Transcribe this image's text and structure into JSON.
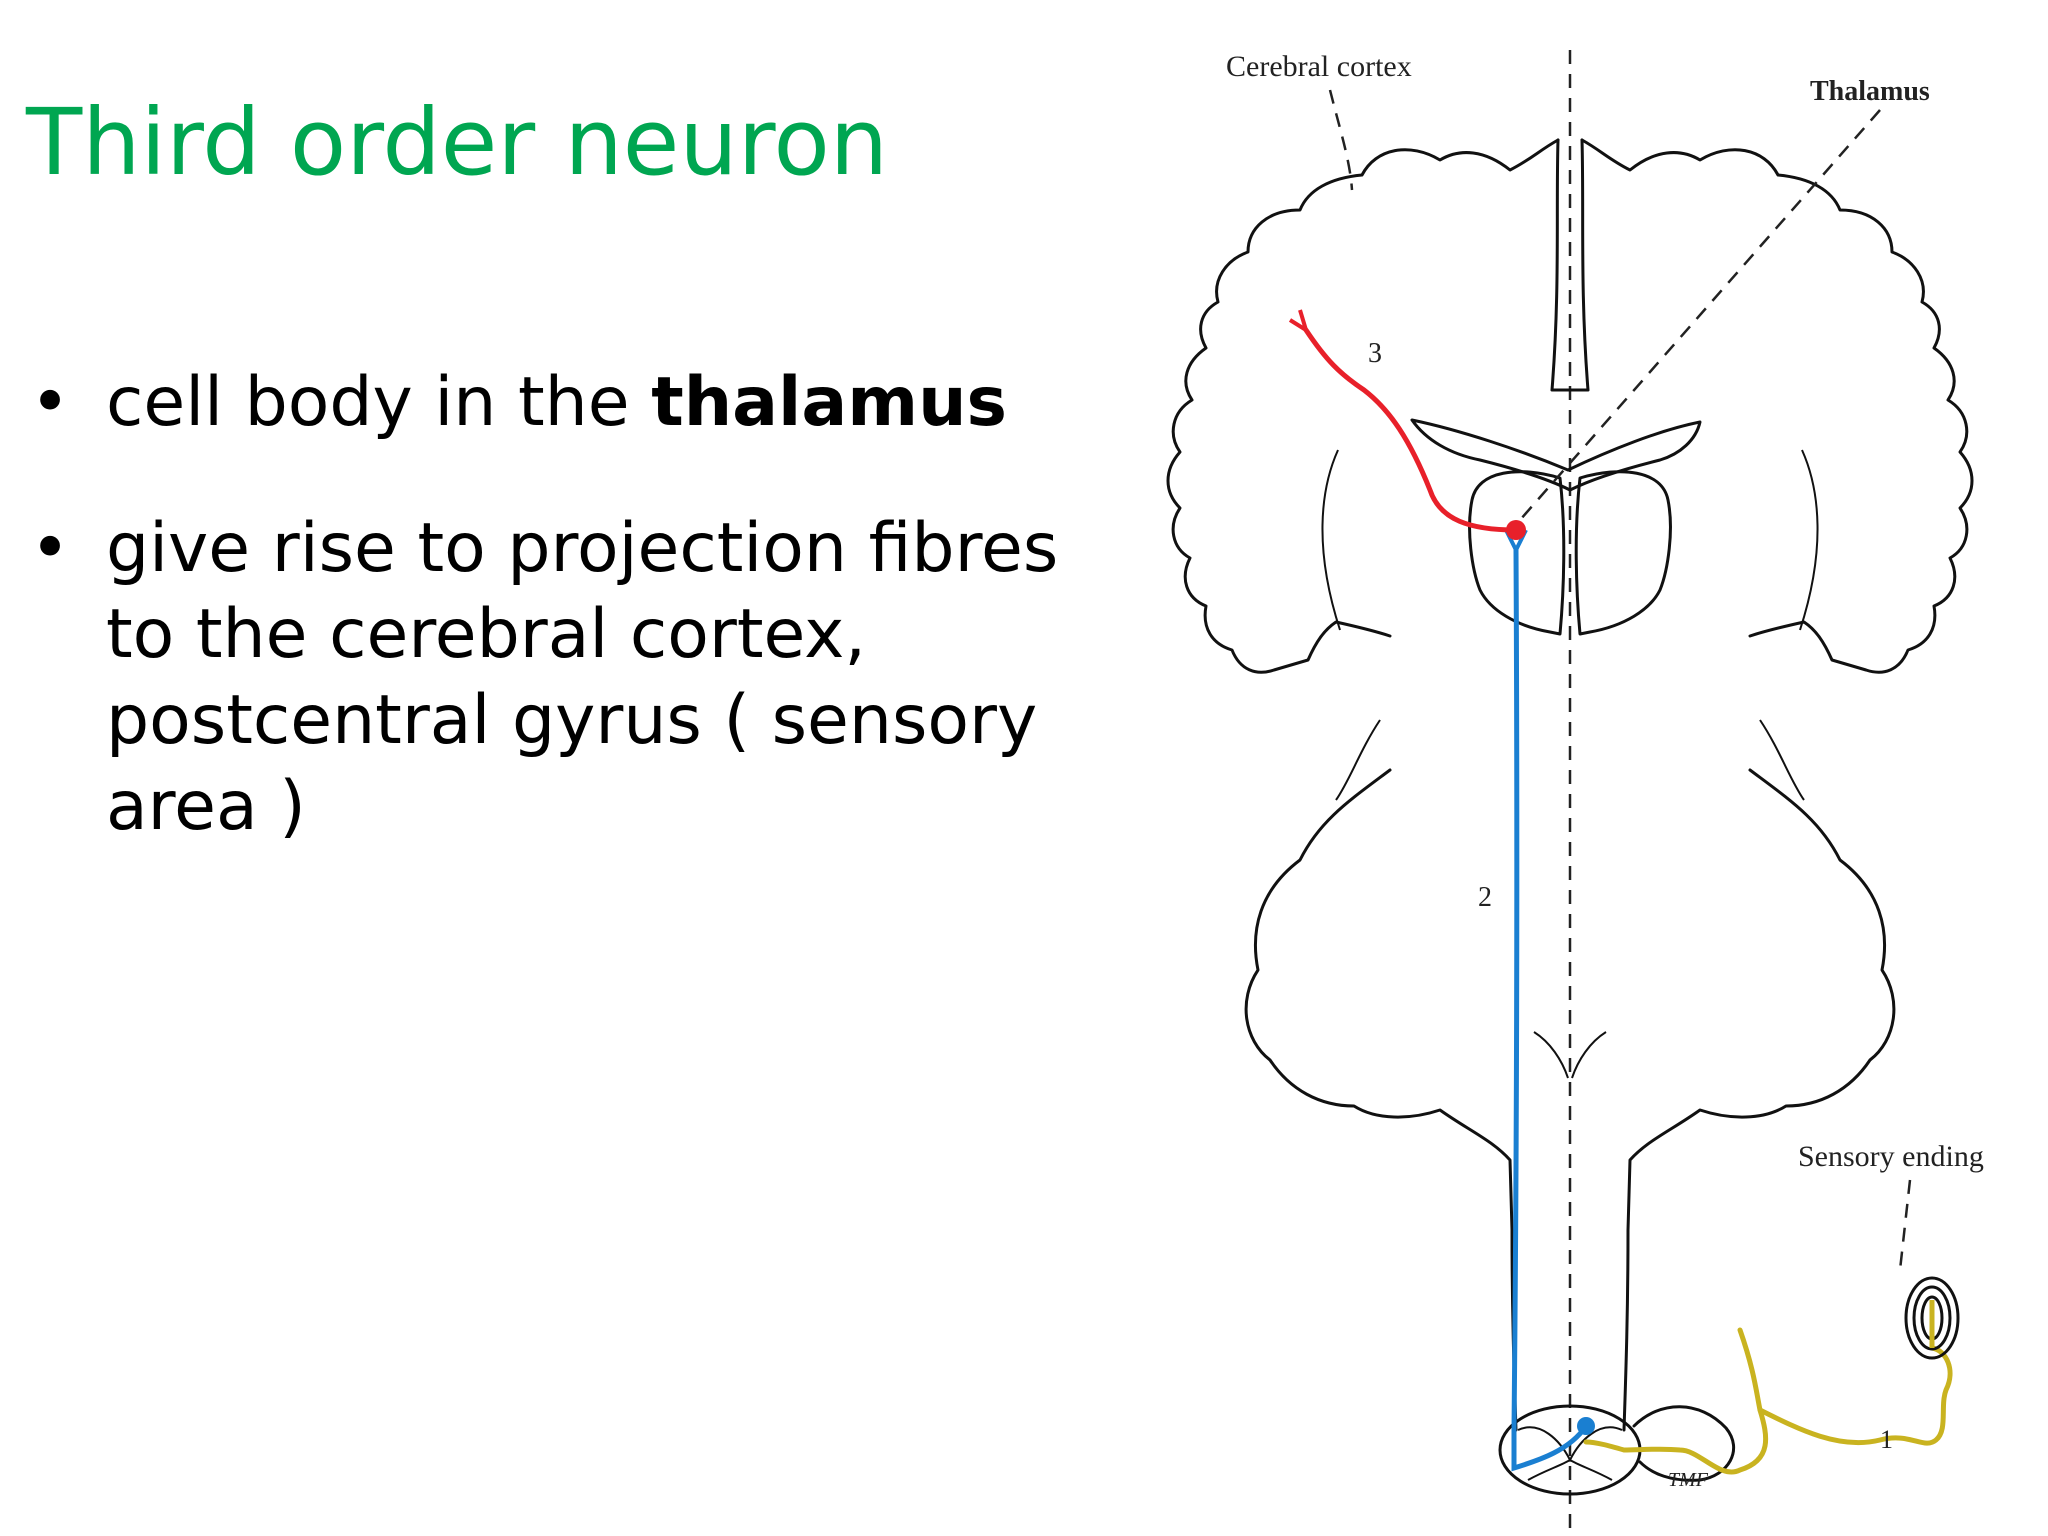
{
  "slide": {
    "title": "Third order neuron",
    "bullets": [
      {
        "dot": "•",
        "plain": "cell body in the ",
        "bold": "thalamus"
      },
      {
        "dot": "•",
        "plain": "give rise to projection fibres to the cerebral cortex, postcentral gyrus ( sensory area )",
        "bold": ""
      }
    ]
  },
  "diagram": {
    "labels": {
      "cerebral_cortex": "Cerebral cortex",
      "thalamus": "Thalamus",
      "sensory_ending": "Sensory ending",
      "neuron_1": "1",
      "neuron_2": "2",
      "neuron_3": "3",
      "artist_initials": "TMF"
    },
    "colors": {
      "title": "#00a651",
      "third_order_neuron": "#e8202a",
      "second_order_neuron": "#1a7fd1",
      "first_order_neuron": "#c9b320"
    }
  }
}
